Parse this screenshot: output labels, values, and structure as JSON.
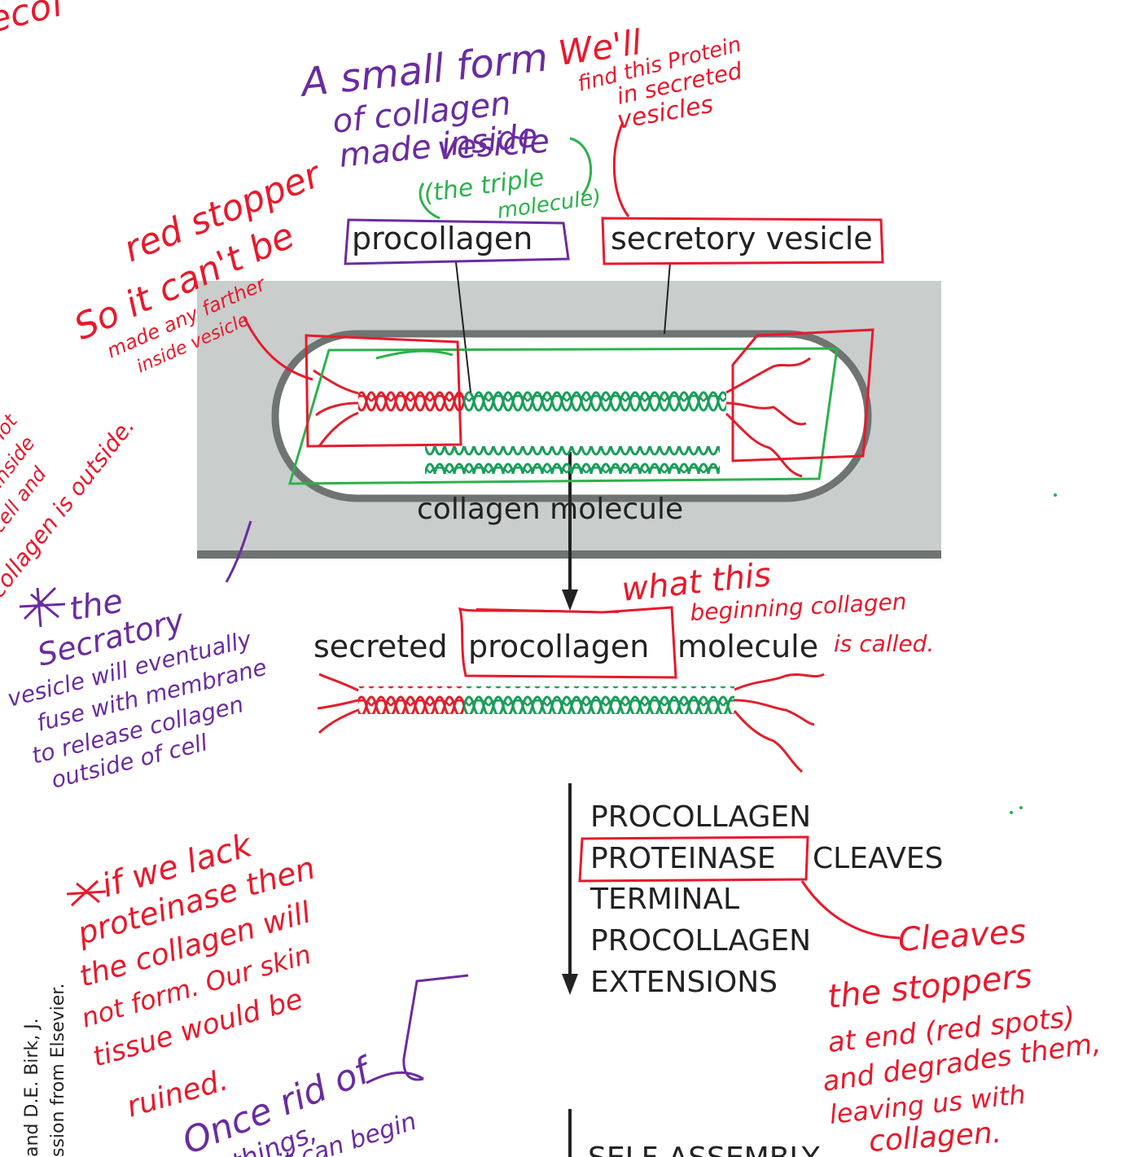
{
  "colors": {
    "procollagen_end": "#e0202c",
    "collagen_core": "#1a9e5a",
    "vesicle_bg": "#c9cdcc",
    "annotation_red": "#e8192c",
    "annotation_purple": "#6a2ca0",
    "annotation_green": "#2bb24c"
  },
  "diagram": {
    "label_procollagen": "procollagen",
    "label_secretory_vesicle": "secretory vesicle",
    "label_secreted_1": "secreted",
    "label_secreted_2": "procollagen",
    "label_secreted_3": "molecule",
    "step_lines": [
      "PROCOLLAGEN",
      "PROTEINASE",
      "CLEAVES",
      "TERMINAL",
      "PROCOLLAGEN",
      "EXTENSIONS"
    ],
    "label_collagen_molecule": "collagen molecule",
    "label_self_assembly": "SELF-ASSEMBLY",
    "credit_1": "and D.E. Birk, J.",
    "credit_2": "ssion from Elsevier."
  },
  "notes": {
    "purple_small_form": [
      "A small form",
      "of collagen",
      "made inside",
      "vesicle"
    ],
    "green_triple": [
      "(the triple",
      "molecule)"
    ],
    "red_well_find": [
      "We'll",
      "find this Protein",
      "in secreted",
      "vesicles"
    ],
    "red_stopper": [
      "red stopper",
      "So it can't be",
      "made any farther",
      "inside vesicle"
    ],
    "red_left_edge": [
      "not",
      "inside",
      "cell and",
      "collagen is outside."
    ],
    "purple_secretory": [
      "the",
      "Secratory",
      "vesicle will eventually",
      "fuse with membrane",
      "to release collagen",
      "outside of cell"
    ],
    "red_what_this": [
      "what this",
      "beginning collagen",
      "is called."
    ],
    "red_proteinase": [
      "if we lack",
      "proteinase then",
      "the collagen will",
      "not form. Our skin",
      "tissue would be",
      "ruined."
    ],
    "red_cleaves": [
      "Cleaves",
      "the stoppers",
      "at end (red spots)",
      "and degrades them,",
      "leaving us with",
      "collagen."
    ],
    "purple_once": [
      "Once rid of",
      "things,",
      "it can begin"
    ],
    "red_topleft": "ecof"
  }
}
